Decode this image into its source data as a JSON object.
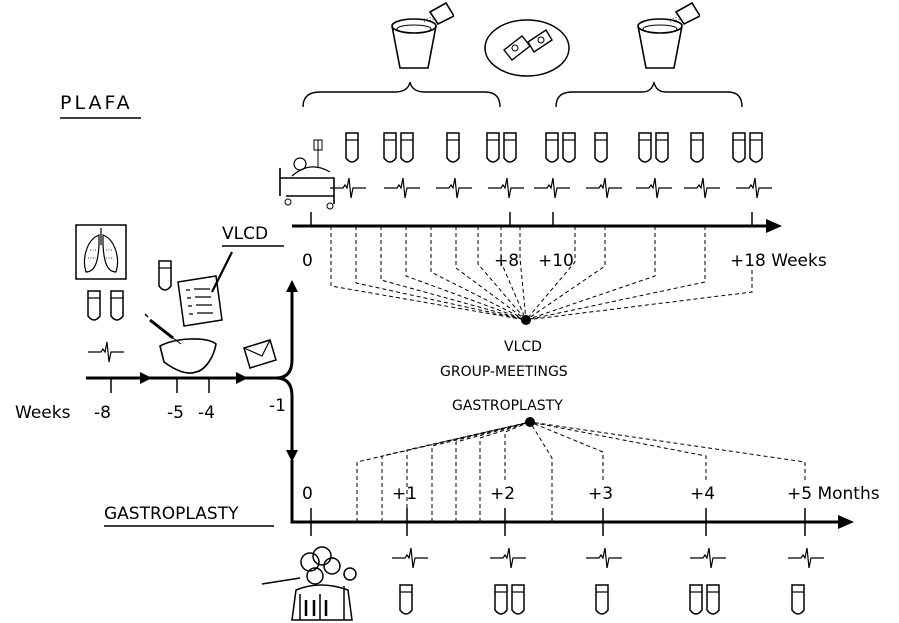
{
  "title": "PLAFA",
  "branches": {
    "vlcd": {
      "label": "VLCD",
      "ticks": [
        "0",
        "+8",
        "+10",
        "+18 Weeks"
      ]
    },
    "gastroplasty": {
      "label": "GASTROPLASTY",
      "ticks": [
        "0",
        "+1",
        "+2",
        "+3",
        "+4",
        "+5 Months"
      ]
    }
  },
  "prephase": {
    "label": "Weeks",
    "ticks": [
      "-8",
      "-5",
      "-4",
      "-1"
    ]
  },
  "hub": {
    "lines": [
      "VLCD",
      "GROUP-MEETINGS",
      "GASTROPLASTY"
    ]
  },
  "icons": [
    "lungs-xray-icon",
    "blood-tube-icon",
    "ecg-icon",
    "questionnaire-icon",
    "syringe-icon",
    "liver-icon",
    "envelope-icon",
    "hospital-bed-icon",
    "formula-drink-icon",
    "pills-plate-icon",
    "surgeons-icon"
  ],
  "colors": {
    "ink": "#000000",
    "paper": "#ffffff"
  }
}
